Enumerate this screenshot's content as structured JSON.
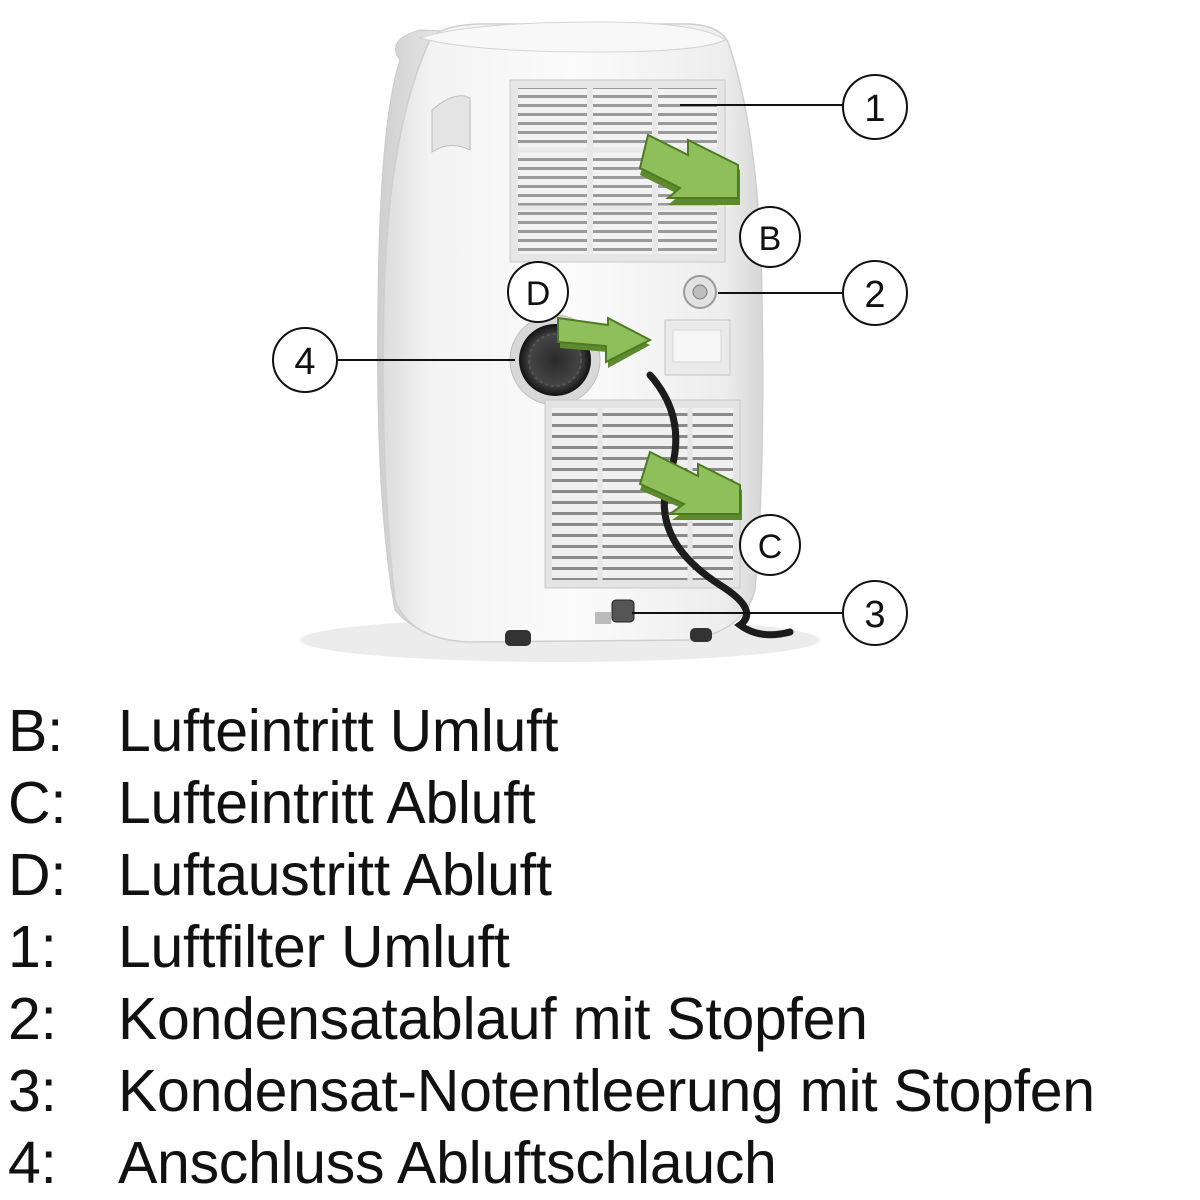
{
  "callouts": {
    "filter": "1",
    "drain": "2",
    "emergency_drain": "3",
    "hose_port": "4",
    "intake_top": "B",
    "intake_bottom": "C",
    "outlet": "D"
  },
  "legend": [
    {
      "key": "B:",
      "text": "Lufteintritt Umluft"
    },
    {
      "key": "C:",
      "text": "Lufteintritt Abluft"
    },
    {
      "key": "D:",
      "text": "Luftaustritt Abluft"
    },
    {
      "key": "1:",
      "text": "Luftfilter Umluft"
    },
    {
      "key": "2:",
      "text": "Kondensatablauf mit Stopfen"
    },
    {
      "key": "3:",
      "text": "Kondensat-Notentleerung mit Stopfen"
    },
    {
      "key": "4:",
      "text": "Anschluss Abluftschlauch"
    }
  ],
  "colors": {
    "arrow_fill": "#8fbf5a",
    "arrow_dark": "#5d8a2e",
    "unit_body": "#f4f4f4",
    "outline": "#222222"
  },
  "icons": [
    "air-conditioner-illustration",
    "arrow-icon",
    "callout-circle"
  ]
}
